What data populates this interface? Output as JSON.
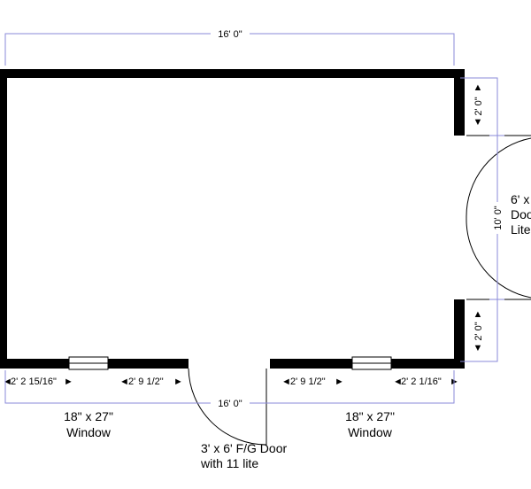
{
  "dimensions": {
    "top_width": "16' 0\"",
    "bottom_width": "16' 0\"",
    "right_top": "2' 0\"",
    "right_opening": "10' 0\"",
    "right_bottom": "2' 0\"",
    "bottom_seg1": "2' 2 15/16\"",
    "bottom_seg2": "2' 9 1/2\"",
    "bottom_seg3": "2' 9 1/2\"",
    "bottom_seg4": "2' 2 1/16\""
  },
  "labels": {
    "window_left_line1": "18\" x 27\"",
    "window_left_line2": "Window",
    "window_right_line1": "18\" x 27\"",
    "window_right_line2": "Window",
    "front_door_line1": "3' x 6' F/G Door",
    "front_door_line2": "with 11 lite",
    "side_door_line1": "6' x",
    "side_door_line2": "Doo",
    "side_door_line3": "Lite"
  },
  "arrows": {
    "left": "◄",
    "right": "►",
    "up": "▲",
    "down": "▼"
  }
}
